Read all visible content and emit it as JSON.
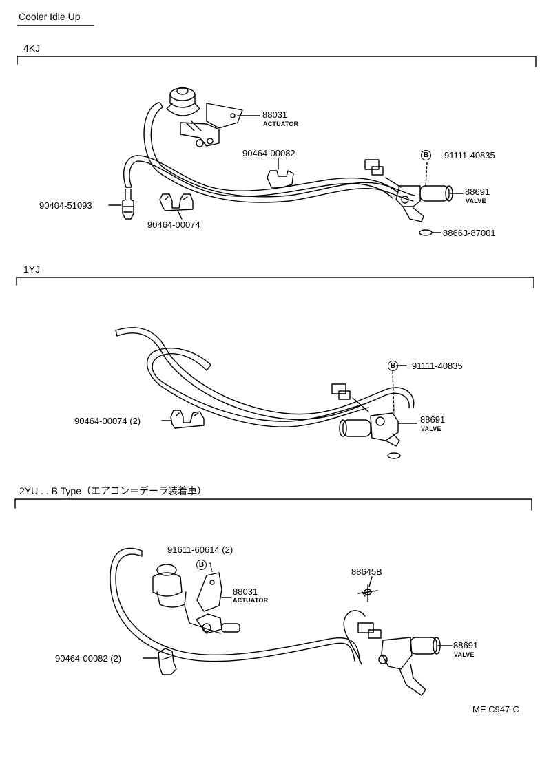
{
  "page_title": "Cooler Idle Up",
  "footer_code": "ME C947-C",
  "sections": [
    {
      "label": "4KJ",
      "parts": {
        "p88031": "88031",
        "p88031_name": "ACTUATOR",
        "p90464_82": "90464-00082",
        "p91111": "91111-40835",
        "p91111_badge": "B",
        "p88691": "88691",
        "p88691_name": "VALVE",
        "p90404": "90404-51093",
        "p90464_74": "90464-00074",
        "p88663": "88663-87001"
      }
    },
    {
      "label": "1YJ",
      "parts": {
        "p91111": "91111-40835",
        "p91111_badge": "B",
        "p90464_74": "90464-00074 (2)",
        "p88691": "88691",
        "p88691_name": "VALVE"
      }
    },
    {
      "label": "2YU . . B Type（エアコン＝デーラ装着車）",
      "parts": {
        "p91611": "91611-60614 (2)",
        "p91611_badge": "B",
        "p88031": "88031",
        "p88031_name": "ACTUATOR",
        "p88645": "88645B",
        "p88691": "88691",
        "p88691_name": "VALVE",
        "p90464_82": "90464-00082 (2)"
      }
    }
  ]
}
